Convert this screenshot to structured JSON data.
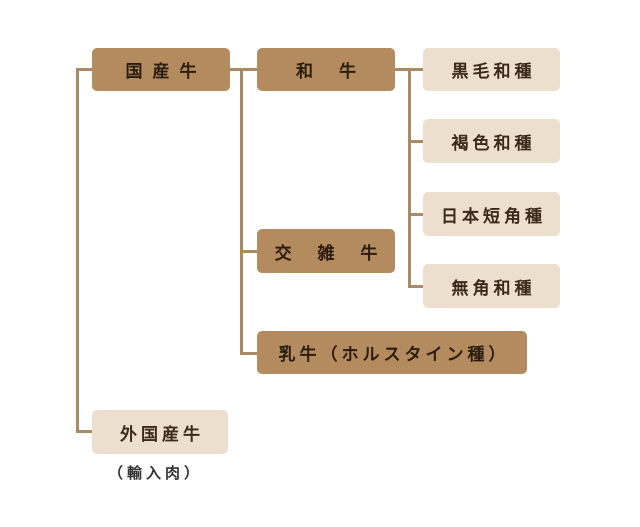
{
  "nodes": {
    "kokusan": "国産牛",
    "wagyu": "和 牛",
    "kozatsu": "交 雑 牛",
    "nyugyu": "乳牛（ホルスタイン種）",
    "gaikoku": "外国産牛",
    "gaikoku_note": "（輸入肉）",
    "kuroge": "黒毛和種",
    "kasshoku": "褐色和種",
    "nihon_tankaku": "日本短角種",
    "mukaku": "無角和種"
  }
}
